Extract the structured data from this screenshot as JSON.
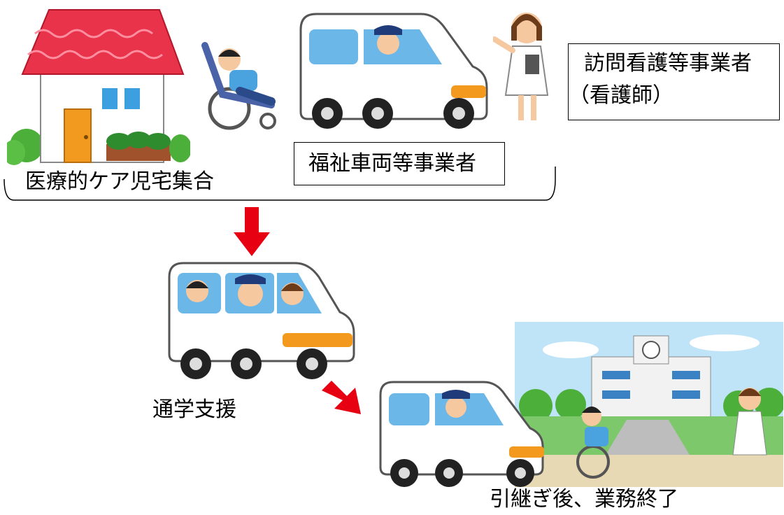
{
  "labels": {
    "visiting_nurse_provider": "訪問看護等事業者",
    "nurse_paren": "（看護師）",
    "welfare_vehicle_provider": "福祉車両等事業者",
    "gather_at_home": "医療的ケア児宅集合",
    "school_commute_support": "通学支援",
    "handover_end": "引継ぎ後、業務終了"
  },
  "colors": {
    "arrow": "#e60012",
    "roof": "#e8334a",
    "van_body": "#ffffff",
    "window": "#6ab7e8",
    "sky": "#bfe3f7",
    "grass": "#7cc86a"
  },
  "icons": [
    "house-icon",
    "wheelchair-child-icon",
    "van-driver-icon",
    "nurse-icon",
    "van-group-icon",
    "school-icon"
  ]
}
